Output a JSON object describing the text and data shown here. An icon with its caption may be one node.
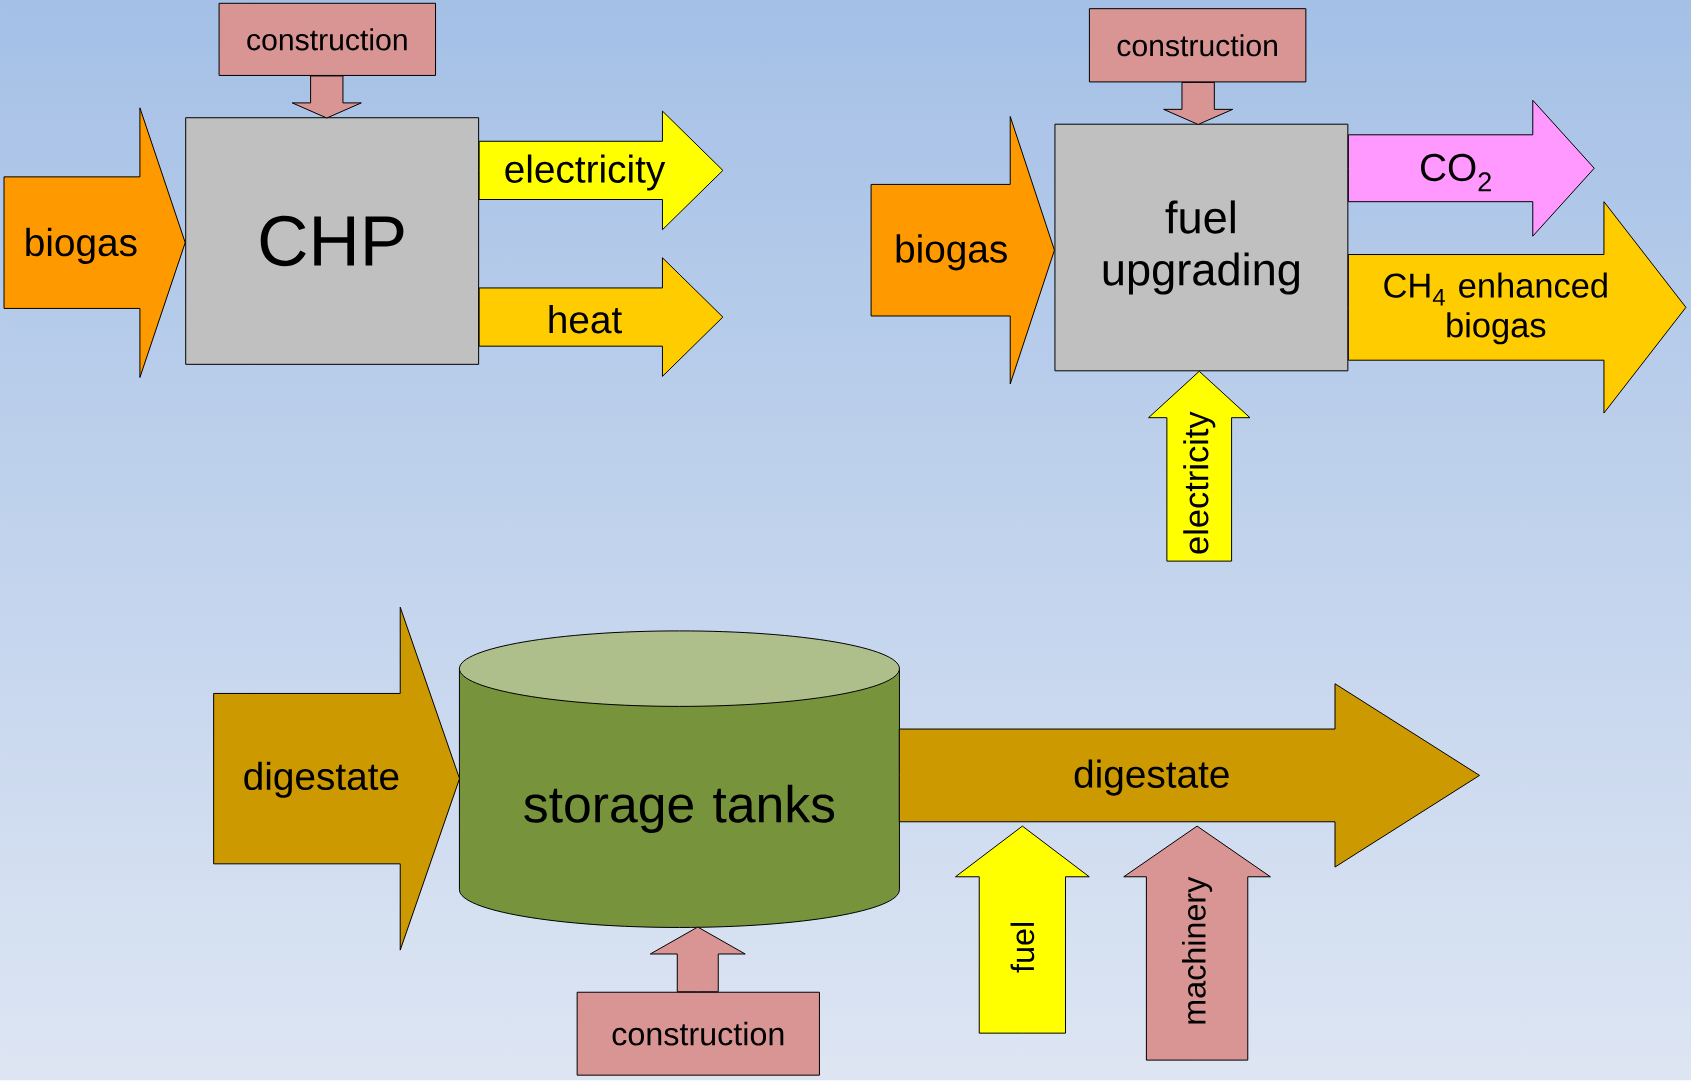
{
  "diagram": {
    "nodes": [
      {
        "text": [
          "construction"
        ]
      },
      {
        "text": [
          "CHP"
        ]
      },
      {
        "text": [
          "construction"
        ]
      },
      {
        "text": [
          "fuel upgrading"
        ]
      },
      {
        "text": [
          "storage tanks"
        ]
      },
      {
        "text": [
          "construction"
        ]
      },
      {
        "text": [
          "fuel"
        ]
      },
      {
        "text": [
          "machinery"
        ]
      }
    ],
    "edges": [
      {
        "from": null,
        "to": 1,
        "arrow": "to",
        "label": "biogas",
        "color": "#ff9900"
      },
      {
        "from": 0,
        "to": 1,
        "arrow": "to",
        "color": "#d99594"
      },
      {
        "from": 1,
        "to": null,
        "arrow": "to",
        "label": "electricity",
        "color": "#ffff00"
      },
      {
        "from": 1,
        "to": null,
        "arrow": "to",
        "label": "heat",
        "color": "#ffcc00"
      },
      {
        "from": null,
        "to": 3,
        "arrow": "to",
        "label": "biogas",
        "color": "#ff9900"
      },
      {
        "from": 2,
        "to": 3,
        "arrow": "to",
        "color": "#d99594"
      },
      {
        "from": 3,
        "to": null,
        "arrow": "to",
        "label": "CO$_{2}$",
        "color": "#ff99ff"
      },
      {
        "from": 3,
        "to": null,
        "arrow": "to",
        "label": "CH$_{4}$ enhanced biogas",
        "color": "#ffcc00"
      },
      {
        "from": null,
        "to": 3,
        "arrow": "to",
        "label": "electricity",
        "color": "#ffff00"
      },
      {
        "from": null,
        "to": 4,
        "arrow": "to",
        "label": "digestate",
        "color": "#cc9900"
      },
      {
        "from": 4,
        "to": null,
        "arrow": "to",
        "label": "digestate",
        "color": "#cc9900"
      },
      {
        "from": 5,
        "to": 4,
        "arrow": "to",
        "color": "#d99594"
      }
    ]
  }
}
